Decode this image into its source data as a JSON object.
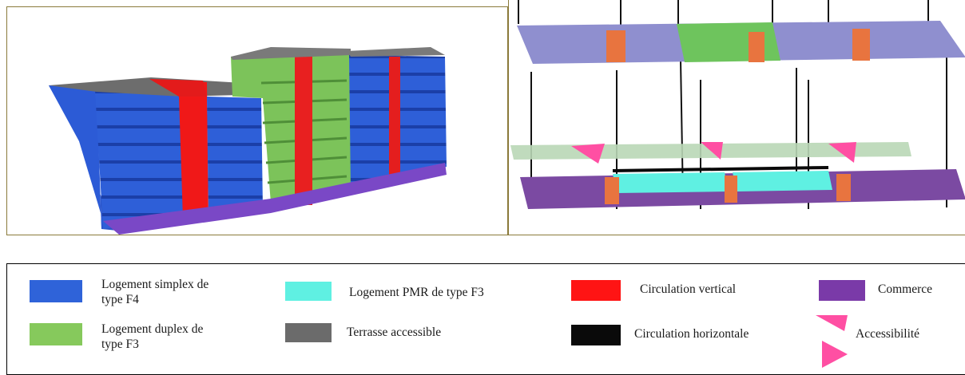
{
  "colors": {
    "logement_simplex_f4": "#2f63d9",
    "logement_duplex_f3": "#86c95c",
    "logement_pmr_f3": "#5ff0e2",
    "terrasse_accessible": "#6b6b6b",
    "circulation_verticale": "#ff1414",
    "circulation_horizontale": "#0a0a0a",
    "commerce": "#7a3aa8",
    "accessibilite": "#ff4fa3"
  },
  "legend": {
    "items": [
      {
        "key": "simplex",
        "line1": "Logement simplex de",
        "line2": "type F4",
        "icon": "blue-swatch"
      },
      {
        "key": "duplex",
        "line1": "Logement duplex de",
        "line2": "type F3",
        "icon": "green-swatch"
      },
      {
        "key": "pmr",
        "line1": "Logement PMR de type F3",
        "icon": "cyan-swatch"
      },
      {
        "key": "terrasse",
        "line1": "Terrasse accessible",
        "icon": "gray-swatch"
      },
      {
        "key": "circ_vert",
        "line1": "Circulation vertical",
        "icon": "red-swatch"
      },
      {
        "key": "circ_horiz",
        "line1": "Circulation horizontale",
        "icon": "black-swatch"
      },
      {
        "key": "commerce",
        "line1": "Commerce",
        "icon": "purple-swatch"
      },
      {
        "key": "accessibilite",
        "line1": "Accessibilité",
        "icon": "pink-triangle-icon"
      }
    ]
  }
}
